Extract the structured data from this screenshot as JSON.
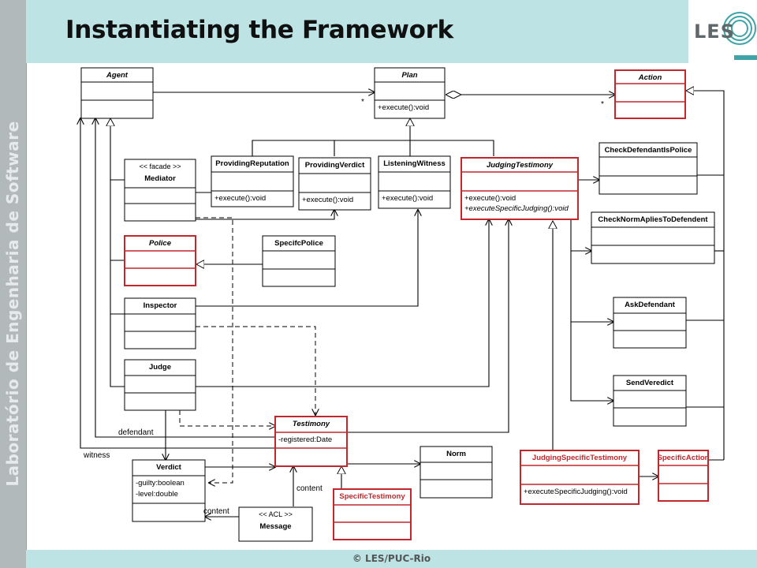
{
  "slide": {
    "title": "Instantiating the Framework",
    "sidebar_text": "Laboratório de Engenharia de Software",
    "logo_text": "LES",
    "footer": "© LES/PUC-Rio"
  },
  "diagram": {
    "classes": {
      "agent": {
        "name": "Agent",
        "italic": true
      },
      "plan": {
        "name": "Plan",
        "italic": true,
        "methods": [
          "+execute():void"
        ]
      },
      "action": {
        "name": "Action",
        "italic": true
      },
      "mediator": {
        "stereotype": "<< facade >>",
        "name": "Mediator"
      },
      "providing_reputation": {
        "name": "ProvidingReputation",
        "methods": [
          "+execute():void"
        ]
      },
      "providing_verdict": {
        "name": "ProvidingVerdict",
        "methods": [
          "+execute():void"
        ]
      },
      "listening_witness": {
        "name": "ListeningWitness",
        "methods": [
          "+execute():void"
        ]
      },
      "judging_testimony": {
        "name": "JudgingTestimony",
        "italic": true,
        "methods": [
          "+execute():void",
          "+executeSpecificJudging():void"
        ]
      },
      "check_defendant_is_police": {
        "name": "CheckDefendantIsPolice"
      },
      "check_norm": {
        "name": "CheckNormApliesToDefendent"
      },
      "police": {
        "name": "Police",
        "italic": true
      },
      "specific_police": {
        "name": "SpecifcPolice"
      },
      "inspector": {
        "name": "Inspector"
      },
      "ask_defendant": {
        "name": "AskDefendant"
      },
      "judge": {
        "name": "Judge"
      },
      "send_veredict": {
        "name": "SendVeredict"
      },
      "testimony": {
        "name": "Testimony",
        "italic": true,
        "attributes": [
          "-registered:Date"
        ]
      },
      "verdict": {
        "name": "Verdict",
        "attributes": [
          "-guilty:boolean",
          "-level:double"
        ]
      },
      "norm": {
        "name": "Norm"
      },
      "judging_specific_testimony": {
        "name": "JudgingSpecificTestimony",
        "methods": [
          "+executeSpecificJudging():void"
        ]
      },
      "specific_action": {
        "name": "SpecificAction"
      },
      "specific_testimony": {
        "name": "SpecificTestimony"
      },
      "message": {
        "stereotype": "<< ACL >>",
        "name": "Message"
      }
    },
    "labels": {
      "star1": "*",
      "star2": "*",
      "defendant": "defendant",
      "witness": "witness",
      "content1": "content",
      "content2": "content"
    },
    "colors": {
      "highlight": "#c0282d",
      "box_fill": "#ffffff",
      "line": "#000000"
    }
  }
}
